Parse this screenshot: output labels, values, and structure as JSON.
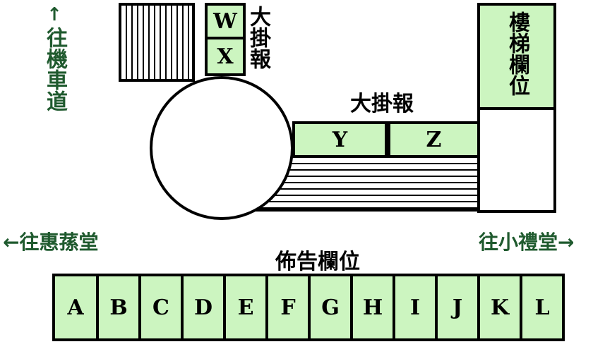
{
  "directions": {
    "machine_road": "往機車道",
    "machine_road_arrow": "↑",
    "huisun_hall": "←往惠蓀堂",
    "small_auditorium": "往小禮堂→"
  },
  "large_boards": {
    "left_label": "大掛報",
    "w": "W",
    "x": "X",
    "right_label": "大掛報",
    "y": "Y",
    "z": "Z"
  },
  "stair_board": {
    "label": "樓梯欄位"
  },
  "notice_board": {
    "title": "佈告欄位",
    "cells": [
      "A",
      "B",
      "C",
      "D",
      "E",
      "F",
      "G",
      "H",
      "I",
      "J",
      "K",
      "L"
    ]
  }
}
